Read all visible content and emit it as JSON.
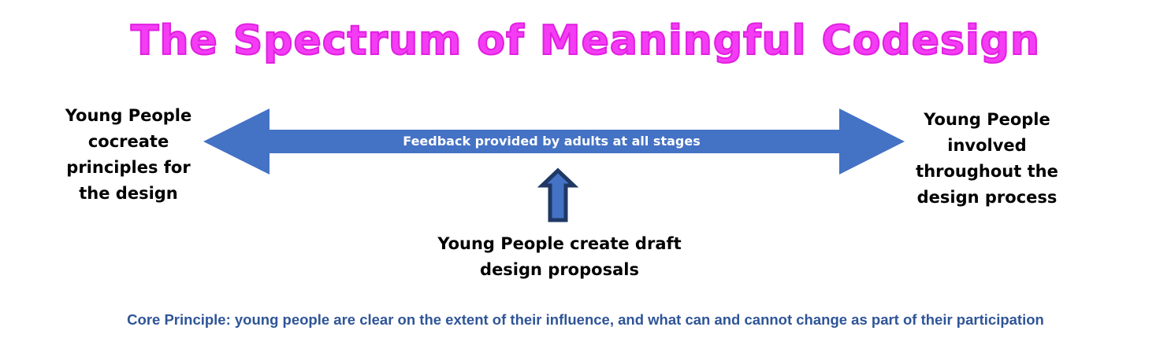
{
  "title": "The Spectrum of Meaningful Codesign",
  "left_label": "Young People cocreate principles for the design",
  "right_label": "Young People involved throughout the design process",
  "bottom_label": "Young People create draft design proposals",
  "arrow_label": "Feedback provided by adults at all stages",
  "core_principle": "Core Principle: young people are clear on the extent of their influence, and what can and cannot change as part of their participation",
  "colors": {
    "title": "#f53cf5",
    "arrow": "#4472c4",
    "up_arrow_border": "#1f3864",
    "core": "#2f5597"
  }
}
